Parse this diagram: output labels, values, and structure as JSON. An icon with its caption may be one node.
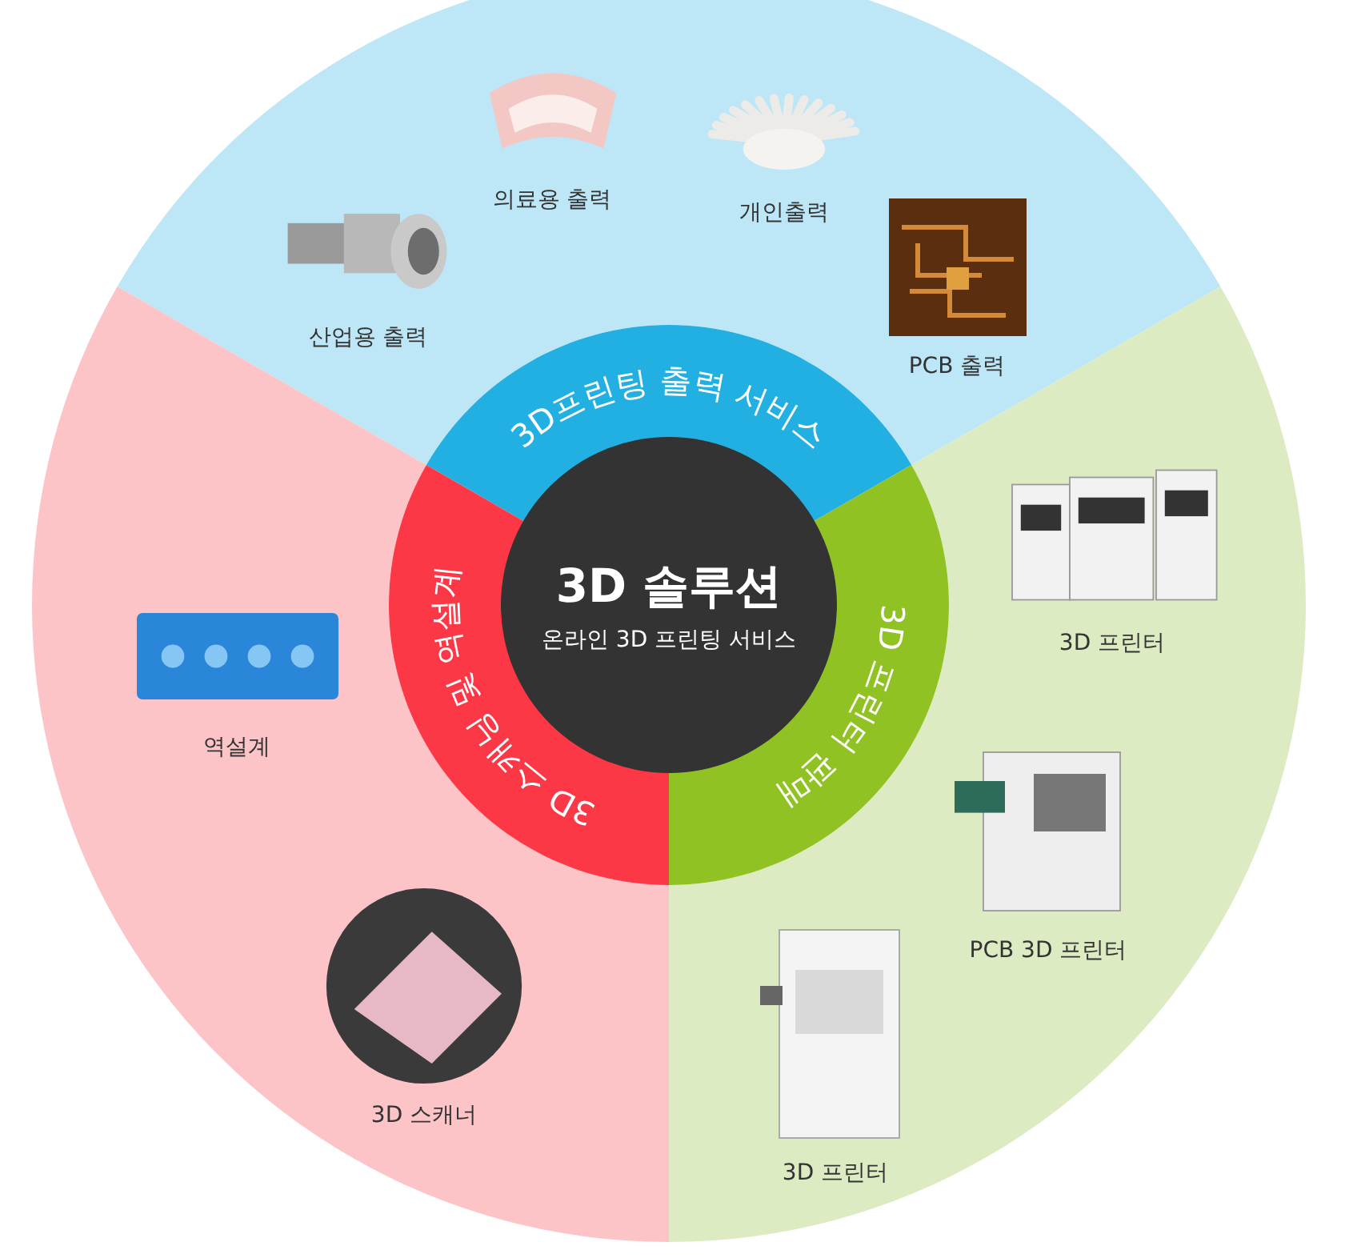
{
  "diagram": {
    "nodes": [
      {
        "text": [
          "3D 솔루션",
          "온라인 3D 프린팅 서비스"
        ]
      },
      {
        "text": [
          "3D프린팅 출력 서비스"
        ]
      },
      {
        "text": [
          "3D 스캐닝 및 역설계"
        ]
      },
      {
        "text": [
          "3D 프린터 판매"
        ]
      },
      {
        "text": [
          "의료용 출력"
        ]
      },
      {
        "text": [
          "개인출력"
        ]
      },
      {
        "text": [
          "산업용 출력"
        ]
      },
      {
        "text": [
          "PCB 출력"
        ]
      },
      {
        "text": [
          "역설계"
        ]
      },
      {
        "text": [
          "3D 프린터"
        ]
      },
      {
        "text": [
          "PCB 3D 프린터"
        ]
      },
      {
        "text": [
          "3D 스캐너"
        ]
      },
      {
        "text": [
          "3D 프린터"
        ]
      }
    ]
  }
}
